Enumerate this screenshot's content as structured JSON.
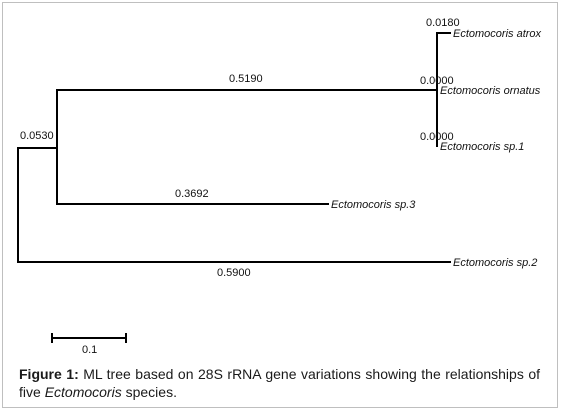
{
  "tree": {
    "branch_lengths": {
      "root_to_sp3_clade": "0.0530",
      "clade_to_ornatus_group": "0.5190",
      "clade_to_sp3": "0.3692",
      "root_to_sp2": "0.5900",
      "to_atrox": "0.0180",
      "to_ornatus": "0.0000",
      "to_sp1": "0.0000"
    },
    "taxa": {
      "atrox": "Ectomocoris atrox",
      "ornatus": "Ectomocoris ornatus",
      "sp1": "Ectomocoris sp.1",
      "sp3": "Ectomocoris sp.3",
      "sp2": "Ectomocoris sp.2"
    },
    "scale_bar": {
      "label": "0.1",
      "value": 0.1
    }
  },
  "caption": {
    "label": "Figure 1:",
    "text_before": " ML tree based on 28S rRNA gene variations showing the relationships of five ",
    "italic": "Ectomocoris",
    "text_after": " species."
  }
}
